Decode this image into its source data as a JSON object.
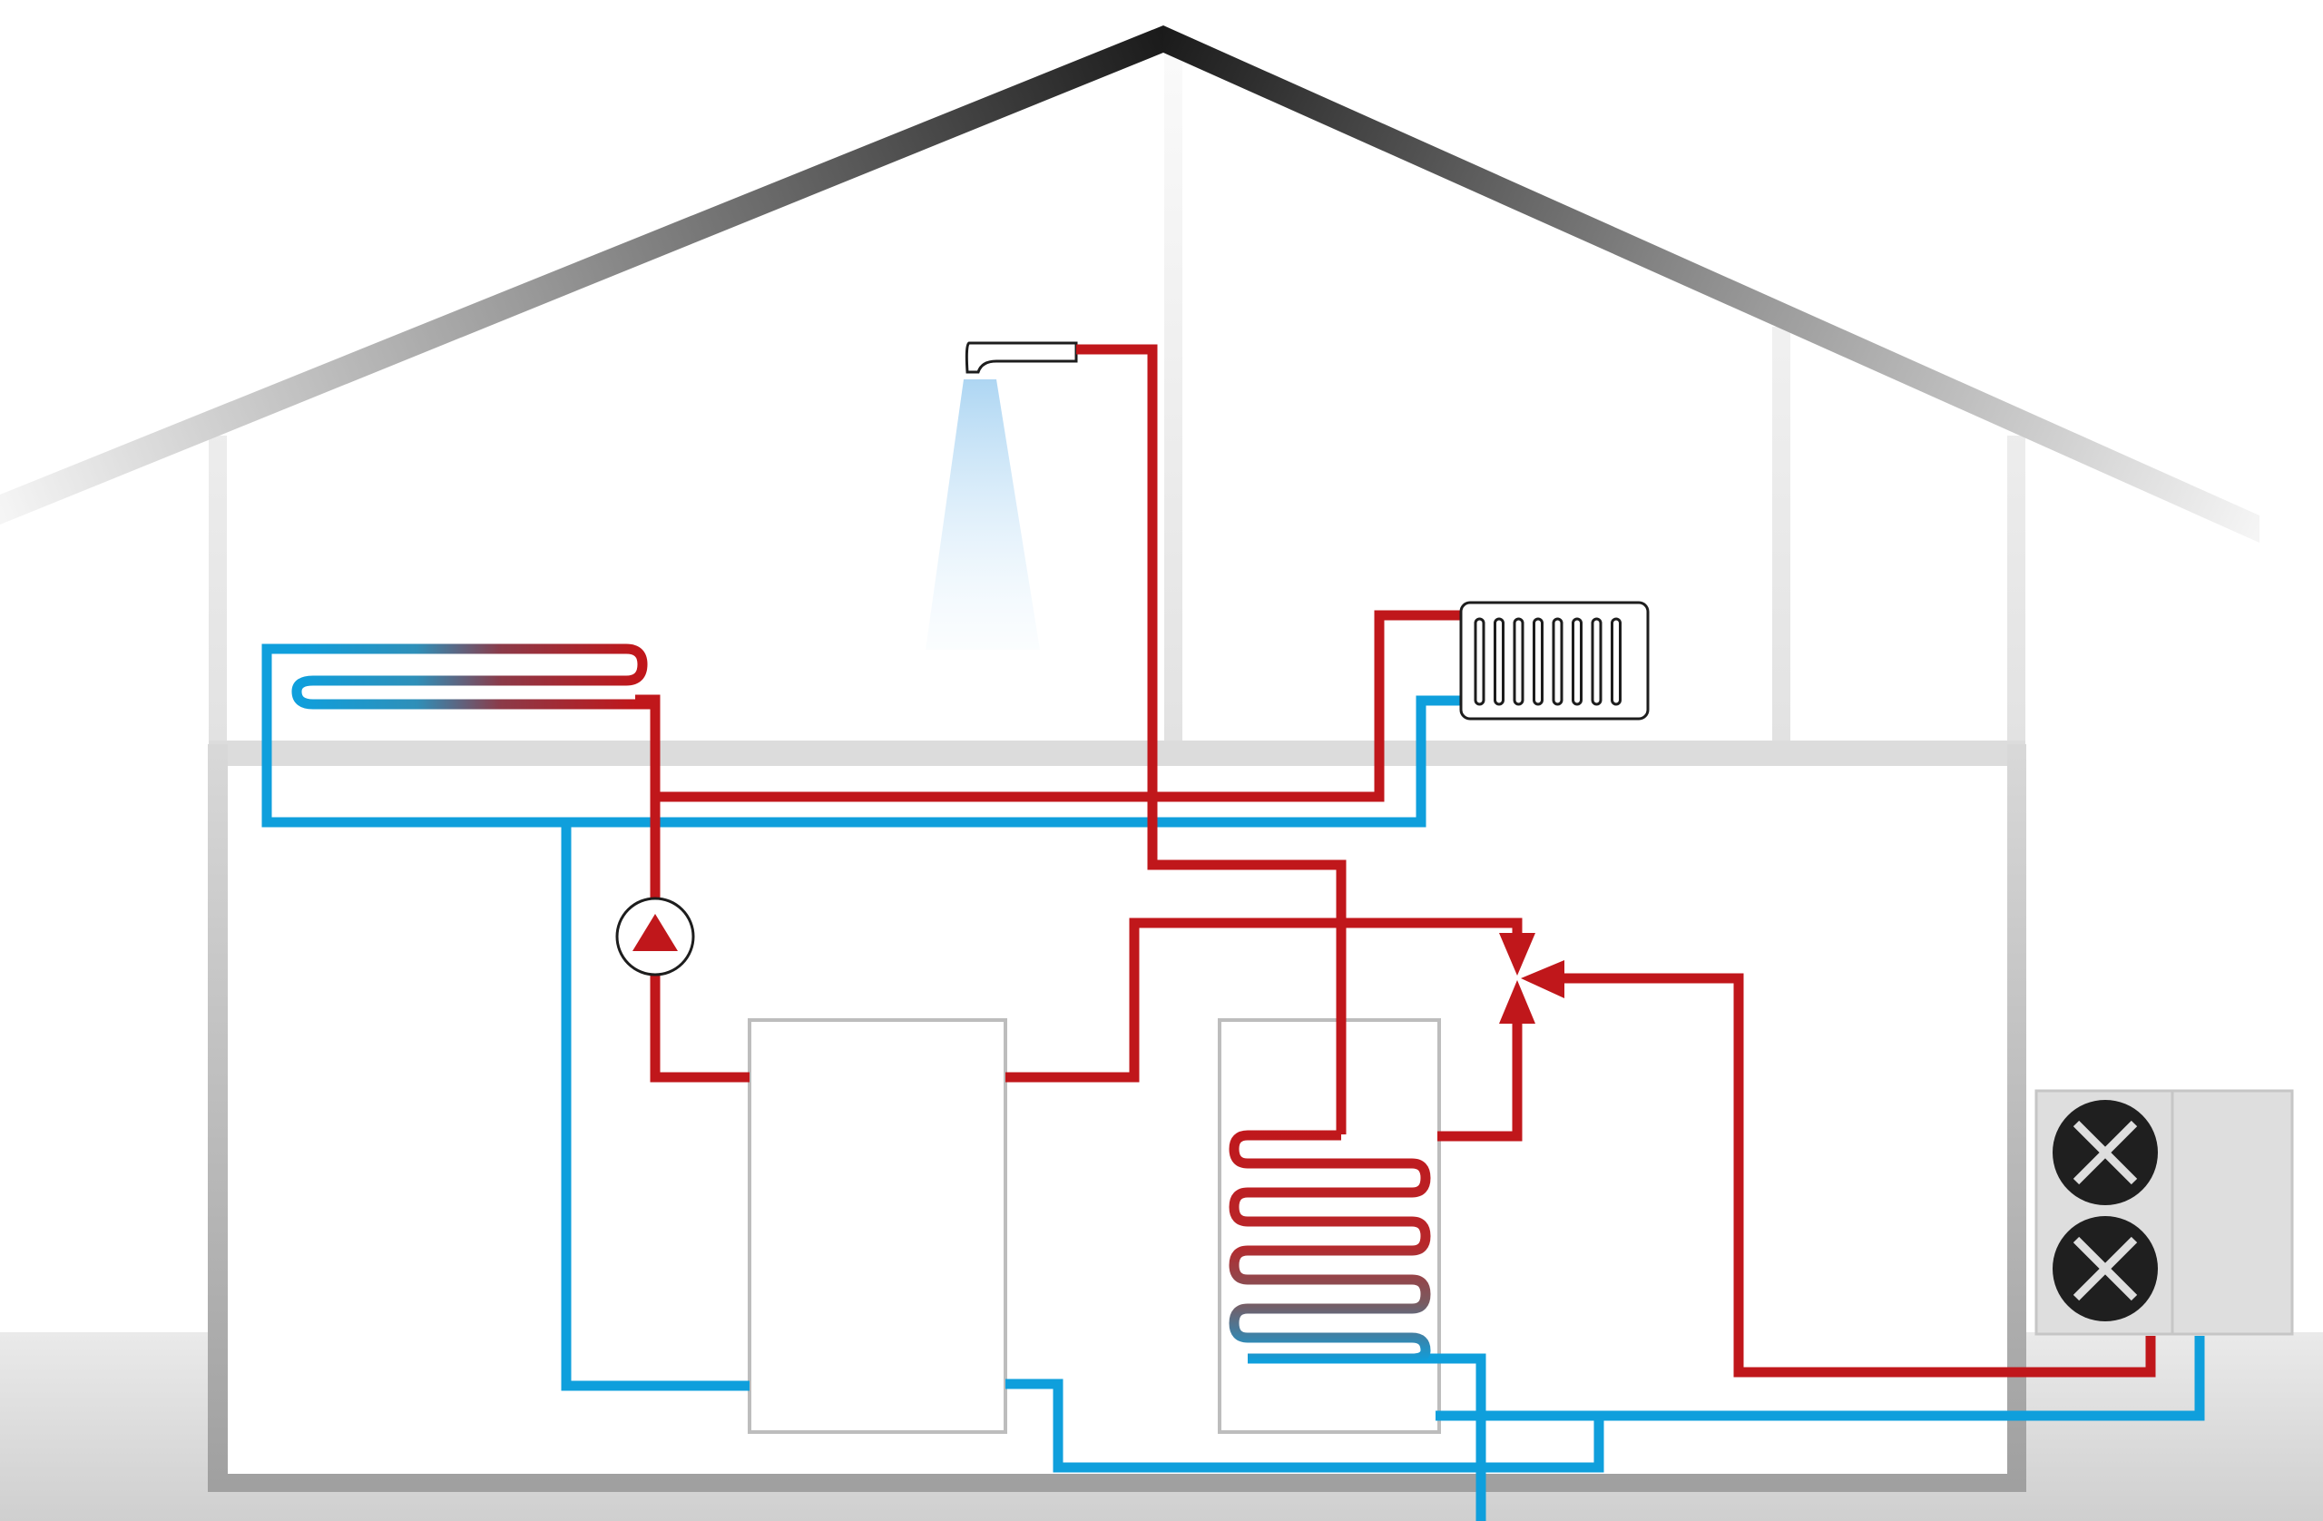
{
  "colors": {
    "background": "#ffffff",
    "hot_pipe": "#c0171b",
    "cold_pipe": "#0f9fdc",
    "wall": "#dcdcdc",
    "wall_dark": "#a3a3a3",
    "roof_dark": "#1d1d1d",
    "roof_light": "#f2f2f2",
    "ground": "#e6e6e6",
    "tank_stroke": "#bdbdbd",
    "fan_fill": "#1f1f1f",
    "unit_fill": "#dedede"
  },
  "icons": {
    "roof": "roof-shape",
    "shower": "shower-head-icon",
    "radiator": "radiator-icon",
    "pump": "circulation-pump-icon",
    "valve": "three-way-valve-icon",
    "heat_pump": "outdoor-heat-pump-unit-icon",
    "fan": "fan-icon",
    "buffer_tank": "buffer-tank",
    "hot_water_cylinder": "hot-water-cylinder",
    "underfloor_heating": "underfloor-heating-coil"
  }
}
